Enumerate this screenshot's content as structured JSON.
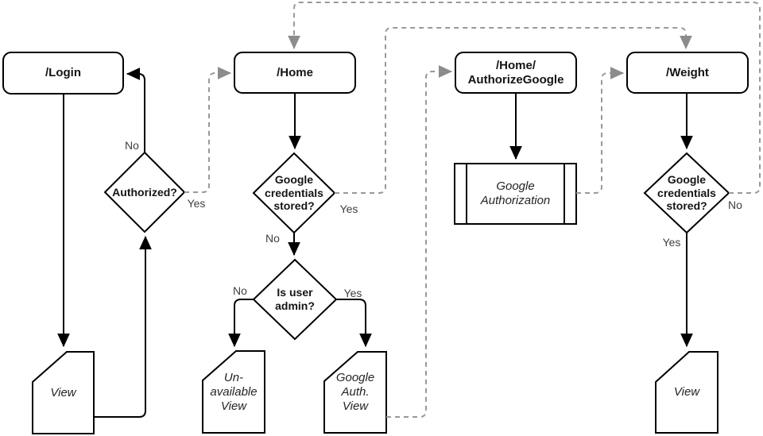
{
  "diagram": {
    "type": "flowchart",
    "background": "#ffffff",
    "colors": {
      "node_fill": "#ffffff",
      "node_stroke": "#000000",
      "solid_edge": "#000000",
      "dashed_edge": "#999999",
      "edge_label_text": "#3f3f3f"
    },
    "nodes": {
      "login": {
        "shape": "rounded-rect",
        "label": "/Login"
      },
      "home": {
        "shape": "rounded-rect",
        "label": "/Home"
      },
      "home_authorize_google": {
        "shape": "rounded-rect",
        "label": "/Home/\nAuthorizeGoogle"
      },
      "weight": {
        "shape": "rounded-rect",
        "label": "/Weight"
      },
      "google_authorization": {
        "shape": "predefined-process",
        "label": "Google\nAuthorization"
      },
      "authorized": {
        "shape": "decision",
        "label": "Authorized?"
      },
      "google_credentials_stored_home": {
        "shape": "decision",
        "label": "Google\ncredentials\nstored?"
      },
      "is_user_admin": {
        "shape": "decision",
        "label": "Is user\nadmin?"
      },
      "google_credentials_stored_weight": {
        "shape": "decision",
        "label": "Google\ncredentials\nstored?"
      },
      "view_login": {
        "shape": "card",
        "label": "View"
      },
      "unavailable_view": {
        "shape": "card",
        "label": "Un-\navailable\nView"
      },
      "google_auth_view": {
        "shape": "card",
        "label": "Google\nAuth.\nView"
      },
      "view_weight": {
        "shape": "card",
        "label": "View"
      }
    },
    "edge_labels": {
      "authorized_no": "No",
      "authorized_yes": "Yes",
      "home_credentials_no": "No",
      "home_credentials_yes": "Yes",
      "is_admin_no": "No",
      "is_admin_yes": "Yes",
      "weight_credentials_yes": "Yes",
      "weight_credentials_no": "No"
    }
  }
}
